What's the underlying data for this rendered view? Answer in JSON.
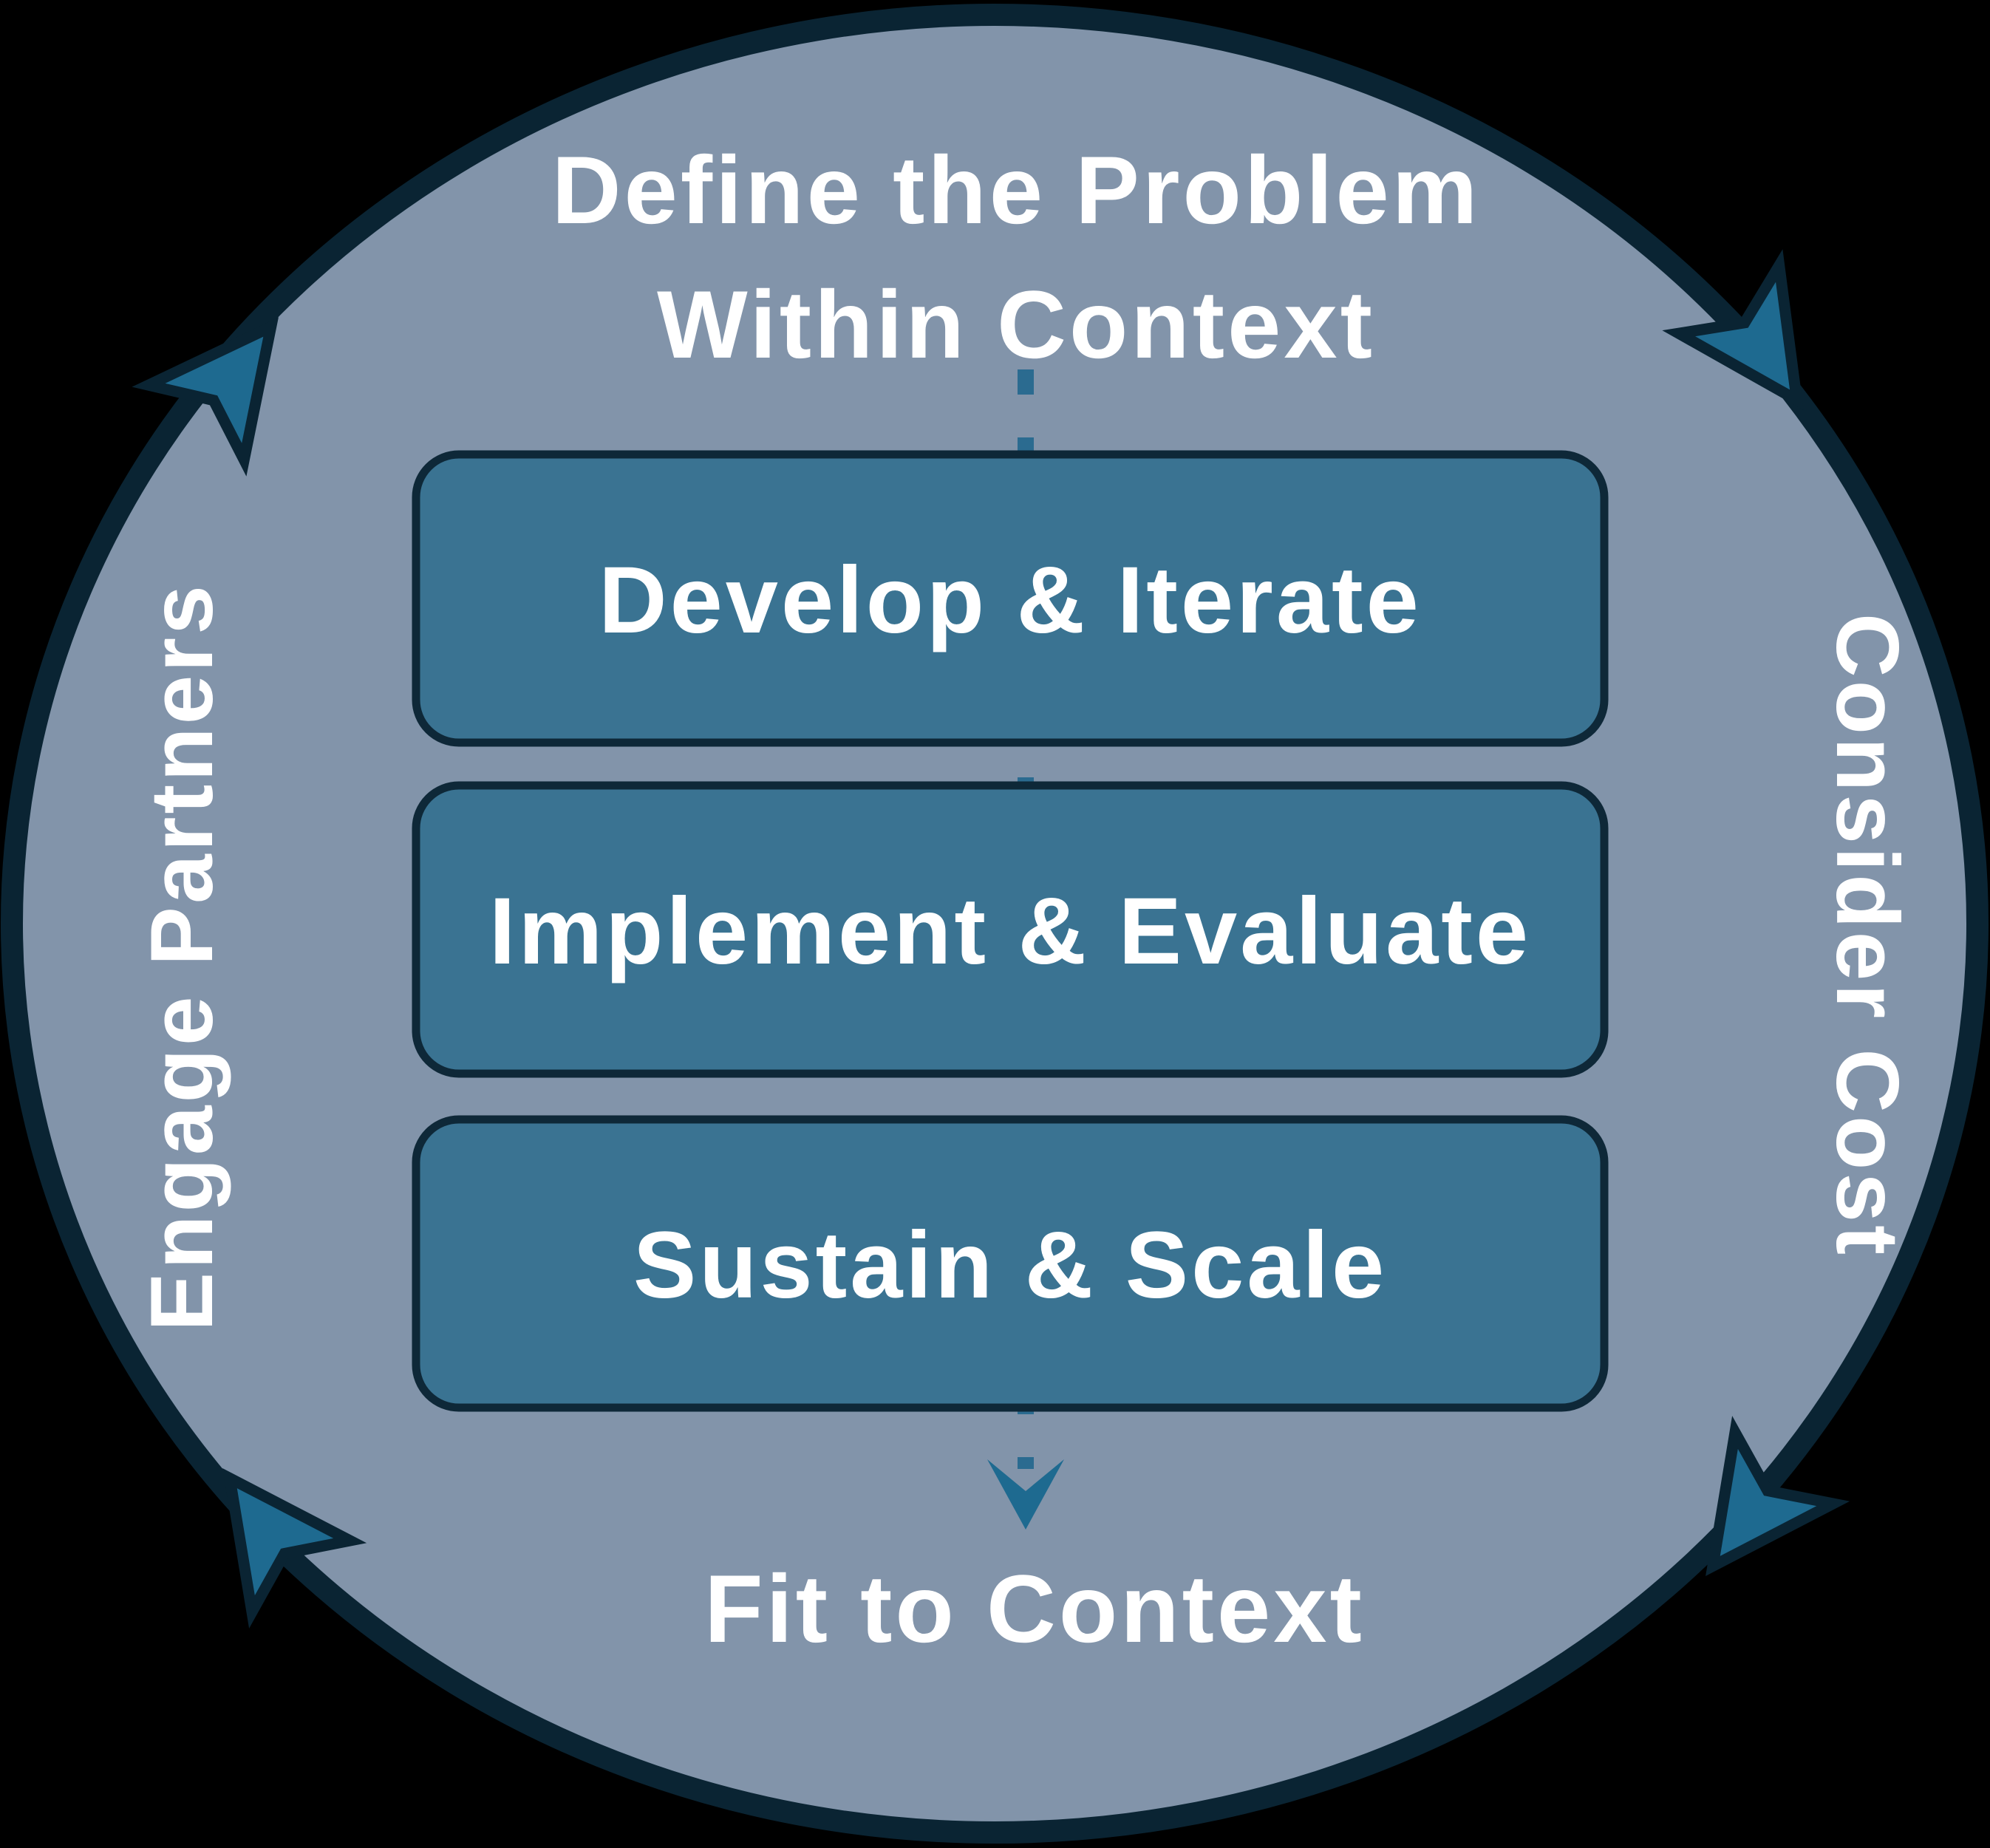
{
  "colors": {
    "background": "#000000",
    "ellipse_fill": "#8294AA",
    "ellipse_stroke": "#0A2433",
    "box_fill": "#3A7392",
    "box_stroke": "#0E2838",
    "arrow_fill": "#1E6A90",
    "dotted_line": "#2B6B90",
    "text": "#FFFFFF"
  },
  "cycle": {
    "top_label_line1": "Define the Problem",
    "top_label_line2": "Within Context",
    "bottom_label": "Fit to Context",
    "left_label": "Engage Partners",
    "right_label": "Consider Cost"
  },
  "stages": [
    {
      "label": "Develop & Iterate"
    },
    {
      "label": "Implement & Evaluate"
    },
    {
      "label": "Sustain & Scale"
    }
  ]
}
